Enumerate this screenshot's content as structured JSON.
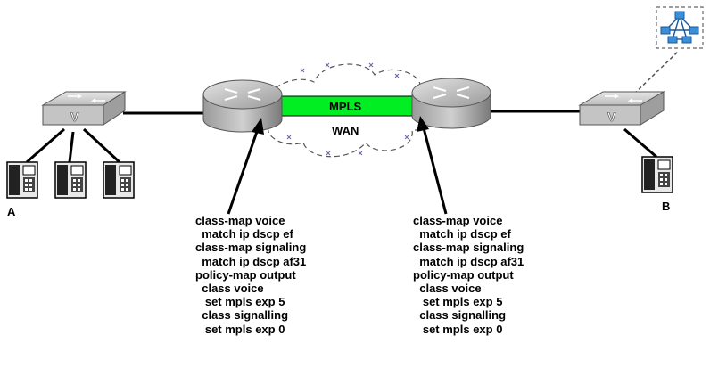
{
  "endpoints": {
    "left": "A",
    "right": "B"
  },
  "cloud": {
    "mpls": "MPLS",
    "wan": "WAN"
  },
  "config_left": [
    "class-map voice",
    "  match ip dscp ef",
    "class-map signaling",
    "  match ip dscp af31",
    "policy-map output",
    "  class voice",
    "   set mpls exp 5",
    "  class signalling",
    "   set mpls exp 0"
  ],
  "config_right": [
    "class-map voice",
    "  match ip dscp ef",
    "class-map signaling",
    "  match ip dscp af31",
    "policy-map output",
    "  class voice",
    "   set mpls exp 5",
    "  class signalling",
    "   set mpls exp 0"
  ],
  "switch_glyph": "V",
  "colors": {
    "mpls_tunnel": "#00ee22",
    "device_gray": "#c8c8c8",
    "router_gray": "#b8b8b8",
    "network_icon": "#3a8fd8"
  }
}
